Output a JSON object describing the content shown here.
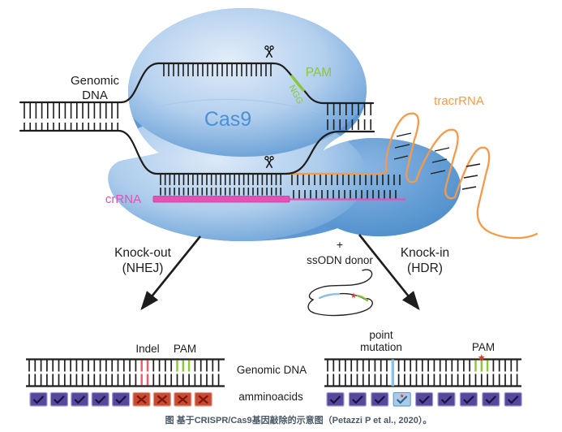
{
  "labels": {
    "genomic_dna_line1": "Genomic",
    "genomic_dna_line2": "DNA",
    "cas9": "Cas9",
    "pam": "PAM",
    "ngg": "NGG",
    "tracrrna": "tracrRNA",
    "crrna": "crRNA",
    "knock_out_line1": "Knock-out",
    "knock_out_line2": "(NHEJ)",
    "knock_in_line1": "Knock-in",
    "knock_in_line2": "(HDR)",
    "plus": "+",
    "ssodn_donor": "ssODN donor",
    "indel": "Indel",
    "pam_left": "PAM",
    "point_mutation_line1": "point",
    "point_mutation_line2": "mutation",
    "pam_right": "PAM",
    "genomic_dna_bottom": "Genomic DNA",
    "amminoacids": "amminoacids",
    "caption": "图 基于CRISPR/Cas9基因敲除的示意图（Petazzi P et al., 2020）。"
  },
  "colors": {
    "blob_edge": "#5d98d4",
    "blob_light": "#e2edf9",
    "blob_mid": "#b4d0ee",
    "blob_dark": "#5493d0",
    "blob_right_light": "#8ab6e2",
    "blob_right_edge": "#4488c9",
    "cas9_text": "#4a90d8",
    "pam_green": "#8bc53f",
    "tracr_orange": "#f39b4a",
    "crrna_magenta": "#e253b4",
    "crrna_border": "#bf3da2",
    "indel_red": "#f25a68",
    "mutation_blue": "#8bc0e8",
    "star_red": "#e8392a",
    "line_black": "#1d1d1b",
    "amino_purple": "#55489d",
    "amino_purple_border": "#a9a3d4",
    "amino_check": "#19123f",
    "amino_red": "#c84a33",
    "amino_red_border": "#dca28f",
    "amino_cross": "#7e170c",
    "amino_blue": "#a8cbe7",
    "amino_blue_border": "#6f9ec9",
    "amino_blue_check": "#2f5f93",
    "caption_color": "#4a5866"
  },
  "aminoacids": {
    "left": [
      "check",
      "check",
      "check",
      "check",
      "check",
      "cross",
      "cross",
      "cross",
      "cross"
    ],
    "right": [
      "check",
      "check",
      "check",
      "mutation",
      "check",
      "check",
      "check",
      "check",
      "check"
    ]
  }
}
